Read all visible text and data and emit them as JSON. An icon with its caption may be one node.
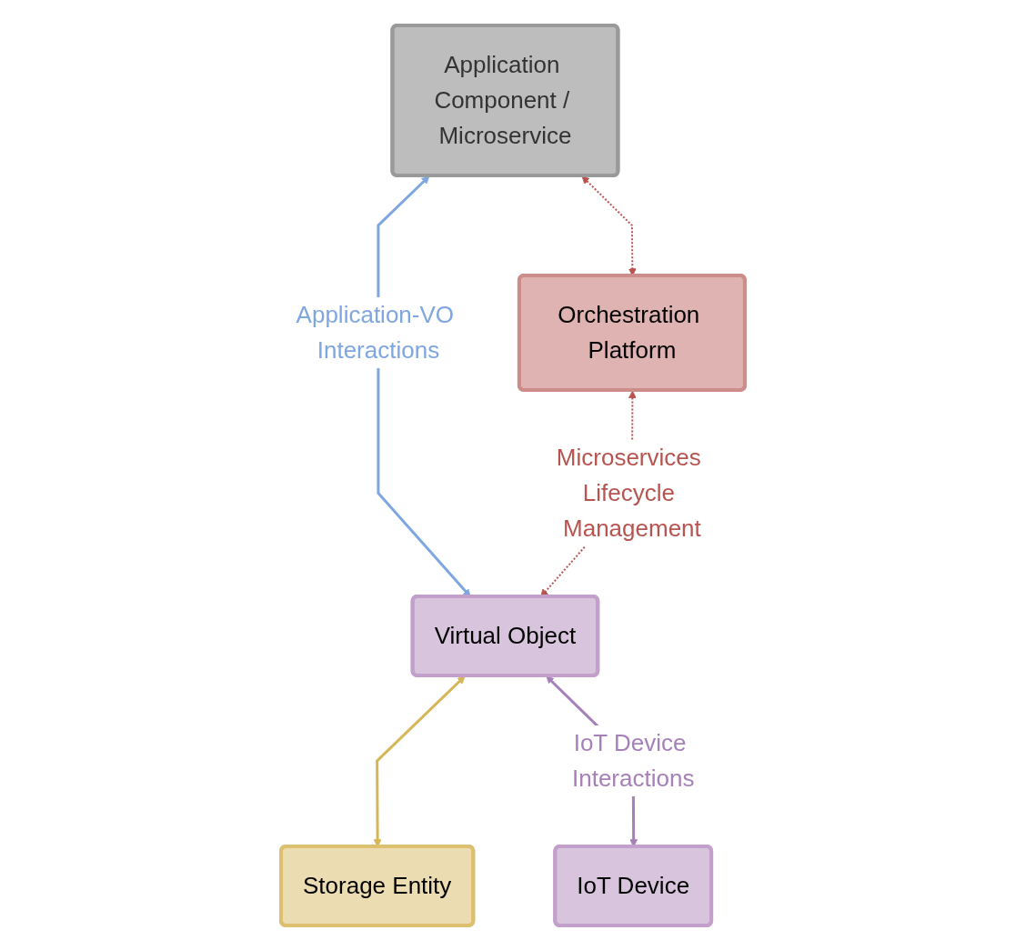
{
  "diagram": {
    "nodes": [
      {
        "text": [
          "Application Component / Microservice"
        ]
      },
      {
        "text": [
          "Orchestration Platform"
        ]
      },
      {
        "text": [
          "Virtual Object"
        ]
      },
      {
        "text": [
          "Storage Entity"
        ]
      },
      {
        "text": [
          "IoT Device"
        ]
      }
    ],
    "edges": [
      {
        "from": 0,
        "to": 1,
        "arrow": "both",
        "style": "dashed",
        "color": "#b85450"
      },
      {
        "from": 0,
        "to": 2,
        "arrow": "both",
        "label": "Application-VO Interactions",
        "color": "#7ea6e0"
      },
      {
        "from": 1,
        "to": 2,
        "arrow": "both",
        "label": "Microservices Lifecycle Management",
        "style": "dashed",
        "color": "#b85450"
      },
      {
        "from": 2,
        "to": 3,
        "arrow": "both",
        "color": "#d6b656"
      },
      {
        "from": 2,
        "to": 4,
        "arrow": "both",
        "label": "IoT Device Interactions",
        "color": "#a680b8"
      }
    ]
  }
}
